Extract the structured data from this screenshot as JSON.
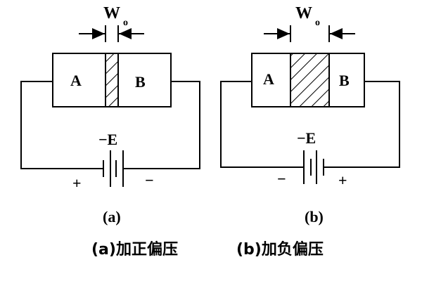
{
  "diagram_a": {
    "width_label_main": "W",
    "width_label_sub": "o",
    "region_left": "A",
    "region_right": "B",
    "source_label": "−E",
    "sign_left": "+",
    "sign_right": "−",
    "panel_label": "(a)",
    "caption": "(a)加正偏压"
  },
  "diagram_b": {
    "width_label_main": "W",
    "width_label_sub": "o",
    "region_left": "A",
    "region_right": "B",
    "source_label": "−E",
    "sign_left": "−",
    "sign_right": "+",
    "panel_label": "(b)",
    "caption": "(b)加负偏压"
  }
}
